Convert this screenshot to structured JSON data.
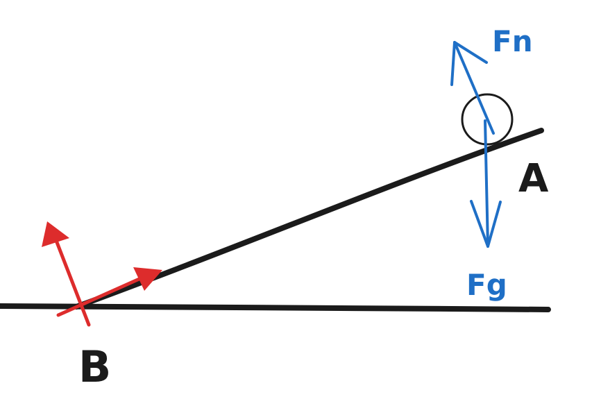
{
  "diagram": {
    "labels": {
      "point_a": "A",
      "point_b": "B",
      "normal_force": "Fn",
      "gravity_force": "Fg"
    },
    "colors": {
      "ink": "#1b1b1b",
      "force_blue": "#1f6fc6",
      "component_red": "#dd2c2c",
      "background": "#ffffff"
    },
    "elements": {
      "ground": "ground-line",
      "incline": "incline-line",
      "object": "ball",
      "forces": [
        "normal-force-arrow",
        "gravity-force-arrow"
      ],
      "components": [
        "red-up-arrow",
        "red-along-arrow"
      ]
    }
  }
}
